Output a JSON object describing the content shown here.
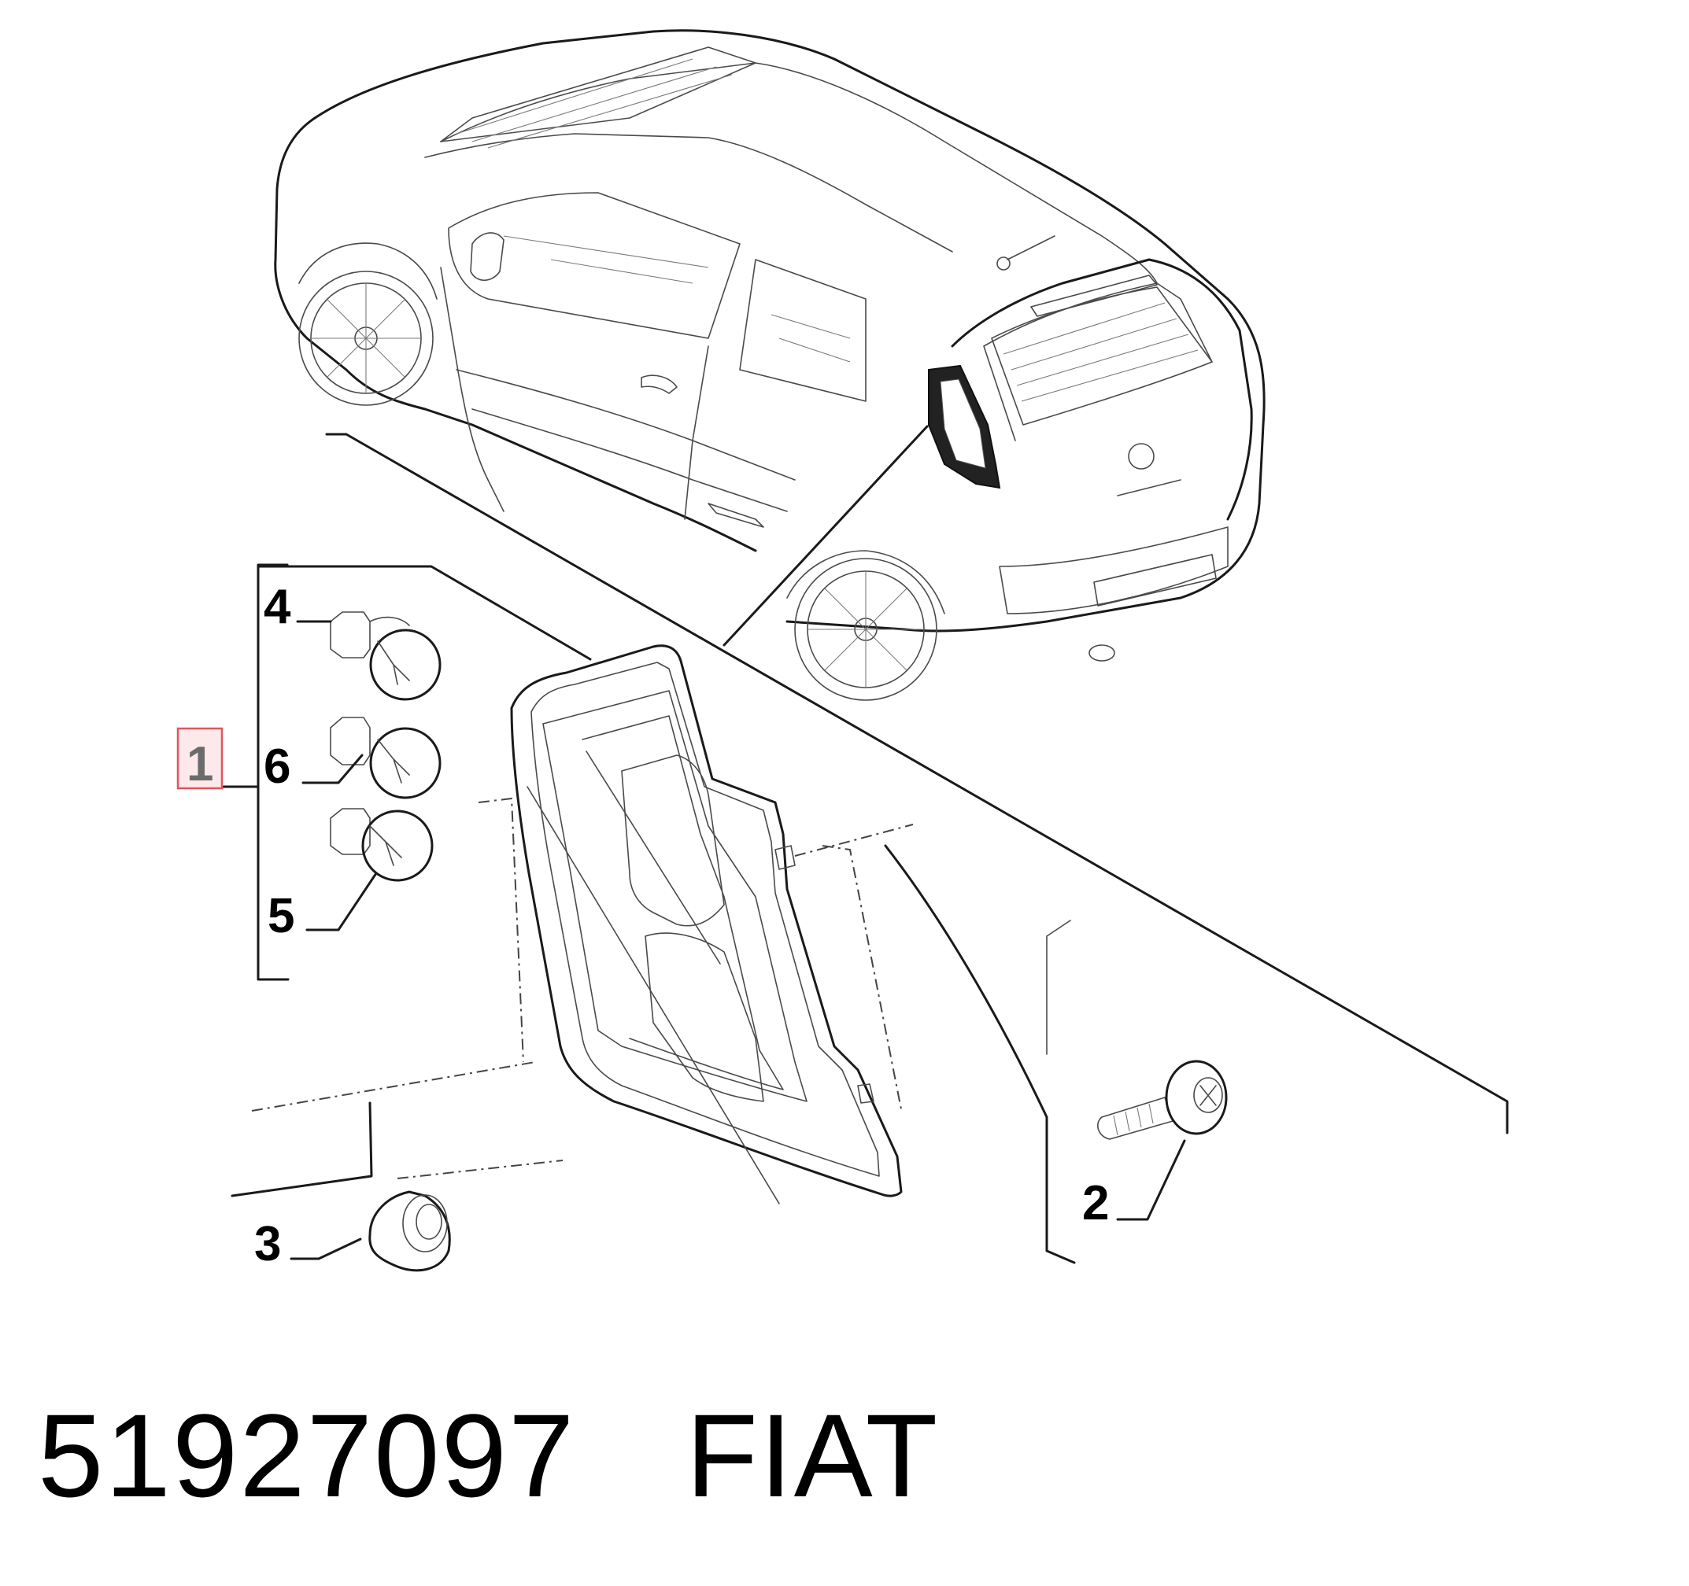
{
  "diagram": {
    "callouts": [
      {
        "id": "1",
        "label": "1",
        "highlighted": true,
        "highlight_color": "#fde8ea",
        "highlight_border": "#e0555e"
      },
      {
        "id": "2",
        "label": "2",
        "highlighted": false
      },
      {
        "id": "3",
        "label": "3",
        "highlighted": false
      },
      {
        "id": "4",
        "label": "4",
        "highlighted": false
      },
      {
        "id": "5",
        "label": "5",
        "highlighted": false
      },
      {
        "id": "6",
        "label": "6",
        "highlighted": false
      }
    ]
  },
  "caption": {
    "part_number": "51927097",
    "brand": "FIAT"
  }
}
